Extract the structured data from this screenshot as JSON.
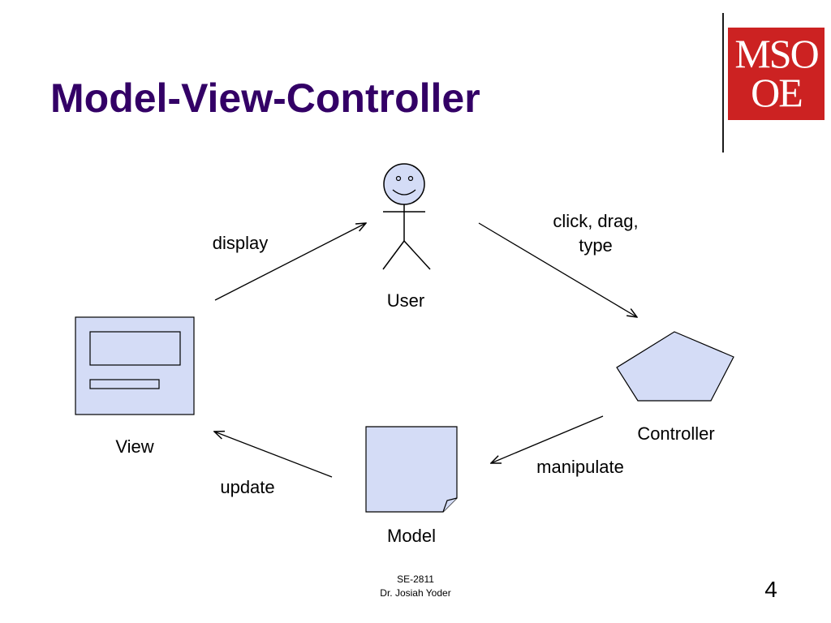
{
  "slide": {
    "title": "Model-View-Controller",
    "footer_line1": "SE-2811",
    "footer_line2": "Dr. Josiah Yoder",
    "page_number": "4"
  },
  "logo": {
    "line1": "MSO",
    "line2": "OE",
    "background": "#cc2222"
  },
  "diagram": {
    "nodes": {
      "user": "User",
      "view": "View",
      "controller": "Controller",
      "model": "Model"
    },
    "edges": {
      "display": "display",
      "click_line1": "click, drag,",
      "click_line2": "type",
      "manipulate": "manipulate",
      "update": "update"
    },
    "shape_fill": "#d4dcf6",
    "title_color": "#330066"
  }
}
